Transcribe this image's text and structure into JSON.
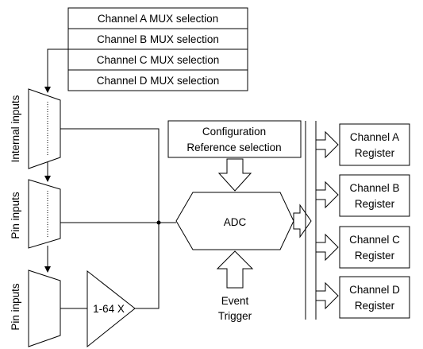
{
  "mux_selection": [
    "Channel A MUX selection",
    "Channel B MUX selection",
    "Channel C MUX selection",
    "Channel D MUX selection"
  ],
  "mux_inputs": [
    "Internal inputs",
    "Pin inputs",
    "Pin inputs"
  ],
  "config": {
    "line1": "Configuration",
    "line2": "Reference selection"
  },
  "adc_label": "ADC",
  "gain_label": "1-64 X",
  "event": {
    "line1": "Event",
    "line2": "Trigger"
  },
  "registers": [
    {
      "line1": "Channel A",
      "line2": "Register"
    },
    {
      "line1": "Channel B",
      "line2": "Register"
    },
    {
      "line1": "Channel C",
      "line2": "Register"
    },
    {
      "line1": "Channel D",
      "line2": "Register"
    }
  ]
}
